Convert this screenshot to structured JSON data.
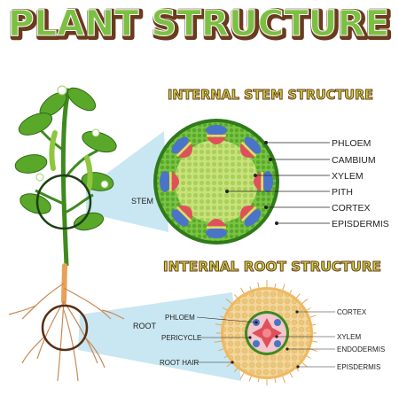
{
  "title": "PLANT STRUCTURE",
  "stem_section": {
    "heading": "INTERNAL STEM STRUCTURE",
    "tag": "STEM",
    "labels": [
      "PHLOEM",
      "CAMBIUM",
      "XYLEM",
      "PITH",
      "CORTEX",
      "EPISDERMIS"
    ]
  },
  "root_section": {
    "heading": "INTERNAL ROOT STRUCTURE",
    "tag": "ROOT",
    "left_labels": [
      "PHLOEM",
      "PERICYCLE",
      "ROOT HAIR"
    ],
    "right_labels": [
      "CORTEX",
      "XYLEM",
      "ENDODERMIS",
      "EPISDERMIS"
    ]
  },
  "colors": {
    "title_fill": "#7cc043",
    "title_outline": "#6b3a1f",
    "heading_fill": "#c8d63a",
    "leaf": "#5aa82a",
    "stem_cortex": "#6fbf3a",
    "phloem": "#4a74c8",
    "xylem": "#e0505a",
    "pith": "#c3e07a",
    "root": "#e8a05a",
    "callout": "#bfe3f0"
  }
}
